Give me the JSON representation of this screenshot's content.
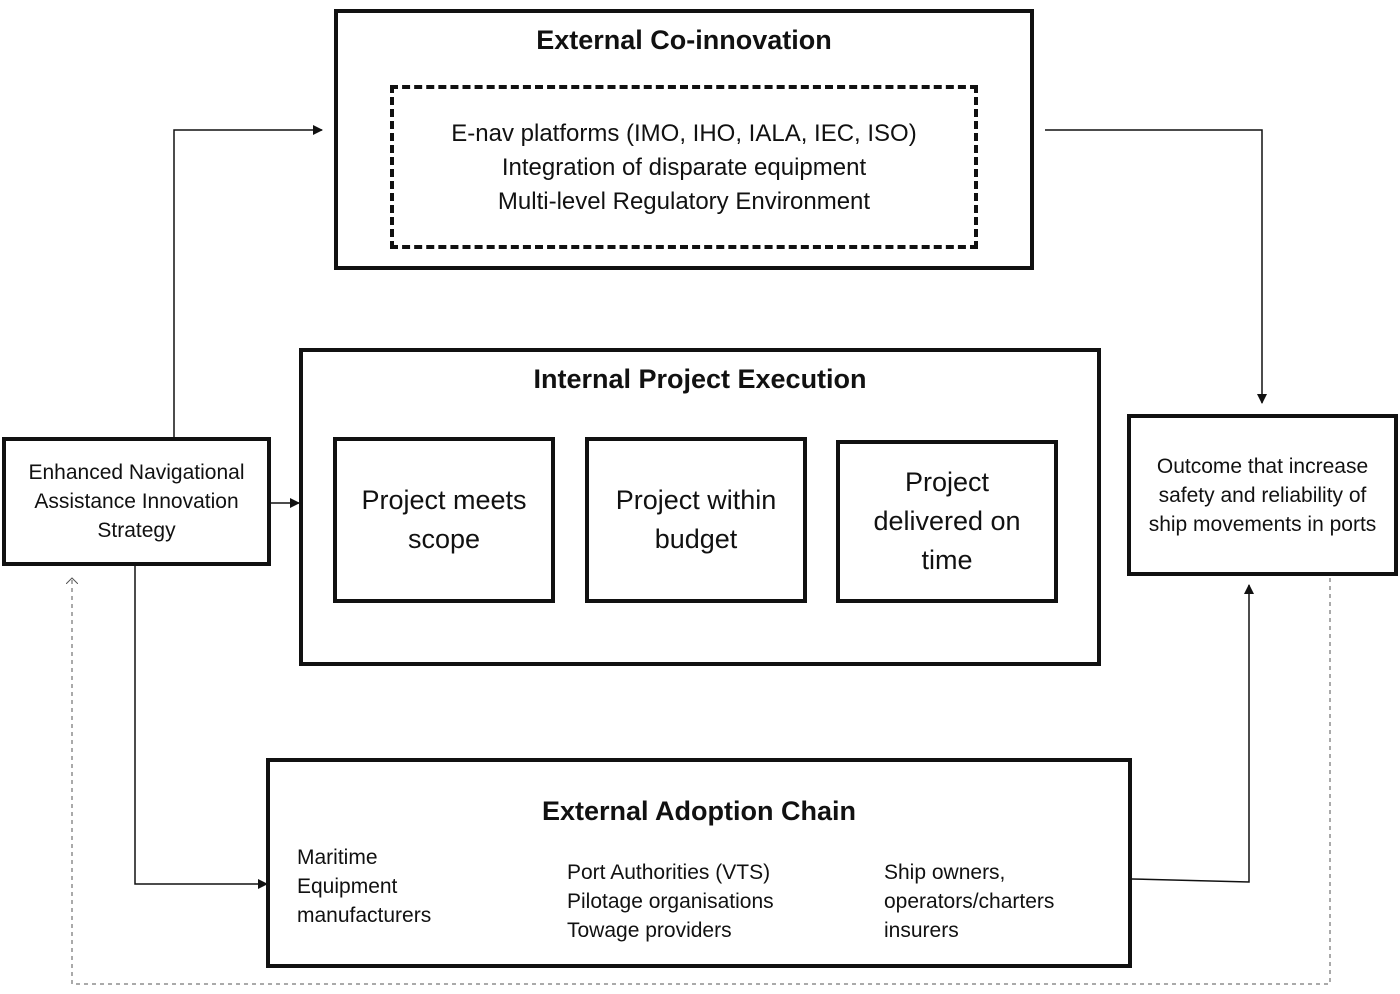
{
  "co_innovation": {
    "title": "External Co-innovation",
    "lines": [
      "E-nav platforms (IMO, IHO, IALA, IEC, ISO)",
      "Integration of disparate equipment",
      "Multi-level Regulatory Environment"
    ]
  },
  "internal": {
    "title": "Internal Project Execution",
    "items": [
      "Project meets scope",
      "Project within budget",
      "Project delivered on time"
    ]
  },
  "strategy": {
    "label": "Enhanced Navigational Assistance Innovation Strategy"
  },
  "outcome": {
    "label": "Outcome that increase safety and reliability of ship movements in ports"
  },
  "adoption": {
    "title": "External Adoption Chain",
    "stages": [
      [
        "Maritime",
        "Equipment",
        "manufacturers"
      ],
      [
        "Port Authorities (VTS)",
        "Pilotage organisations",
        "Towage providers"
      ],
      [
        "Ship owners,",
        "operators/charters",
        "insurers"
      ]
    ]
  }
}
